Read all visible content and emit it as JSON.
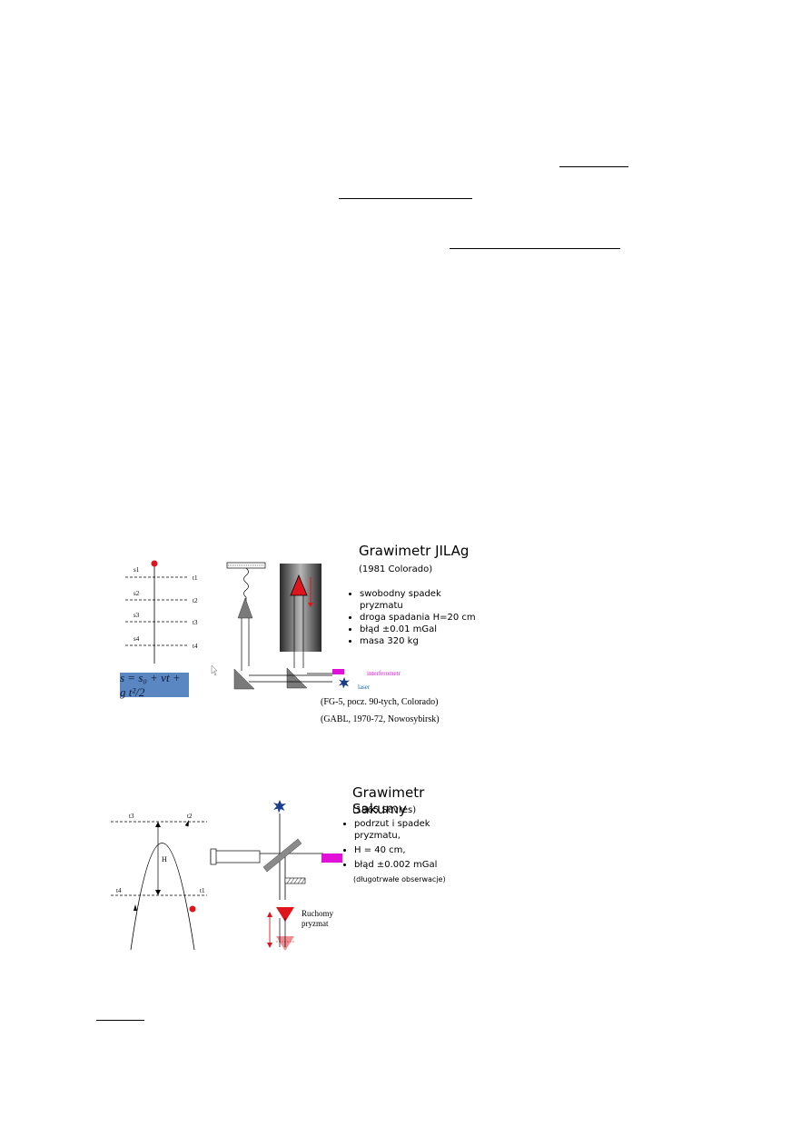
{
  "fig1": {
    "title": "Grawimetr JILAg",
    "subtitle": "(1981 Colorado)",
    "bullets": [
      "swobodny spadek pryzmatu",
      "droga spadania H=20 cm",
      "błąd  ±0.01 mGal",
      "masa 320 kg"
    ],
    "interferometer_label": "interferometr",
    "laser_label": "laser",
    "caption1": "(FG-5, pocz. 90-tych, Colorado)",
    "caption2": "(GABL, 1970-72, Nowosybirsk)",
    "formula": "s = s₀ + vt + g t²/2",
    "s_labels": [
      "s1",
      "s2",
      "s3",
      "s4"
    ],
    "t_labels": [
      "t1",
      "t2",
      "t3",
      "t4"
    ]
  },
  "fig2": {
    "title": "Grawimetr Sakumy",
    "subtitle": "(1965 Sevres)",
    "bullets": [
      "podrzut i spadek pryzmatu,",
      "H = 40 cm,",
      "błąd ±0.002 mGal"
    ],
    "note": "(długotrwałe obserwacje)",
    "moving_prism_label_1": "Ruchomy",
    "moving_prism_label_2": "pryzmat",
    "H_label": "H",
    "t_labels": [
      "t3",
      "t2",
      "t4",
      "t1"
    ]
  },
  "colors": {
    "accent_red": "#e0141c",
    "magenta": "#e010d8",
    "formula_bg": "#5a86c1",
    "laser_blue": "#1a3f8a"
  }
}
